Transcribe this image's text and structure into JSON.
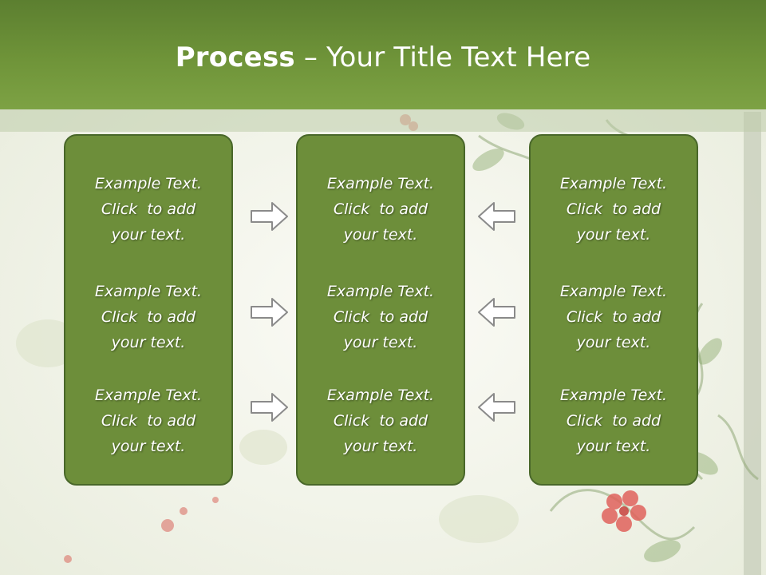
{
  "title": {
    "bold": "Process",
    "rest": " – Your Title Text Here"
  },
  "columns": [
    {
      "items": [
        {
          "line1": "Example Text.",
          "line2": "Click  to add",
          "line3": "your text."
        },
        {
          "line1": "Example Text.",
          "line2": "Click  to add",
          "line3": "your text."
        },
        {
          "line1": "Example Text.",
          "line2": "Click  to add",
          "line3": "your text."
        }
      ]
    },
    {
      "items": [
        {
          "line1": "Example Text.",
          "line2": "Click  to add",
          "line3": "your text."
        },
        {
          "line1": "Example Text.",
          "line2": "Click  to add",
          "line3": "your text."
        },
        {
          "line1": "Example Text.",
          "line2": "Click  to add",
          "line3": "your text."
        }
      ]
    },
    {
      "items": [
        {
          "line1": "Example Text.",
          "line2": "Click  to add",
          "line3": "your text."
        },
        {
          "line1": "Example Text.",
          "line2": "Click  to add",
          "line3": "your text."
        },
        {
          "line1": "Example Text.",
          "line2": "Click  to add",
          "line3": "your text."
        }
      ]
    }
  ],
  "arrows": {
    "left_group": "arrow-right-icon",
    "right_group": "arrow-left-icon"
  },
  "colors": {
    "title_bar": "#6f9439",
    "box_fill": "#6d8e3a",
    "box_border": "#49672a",
    "arrow_stroke": "#8a8a8a"
  }
}
